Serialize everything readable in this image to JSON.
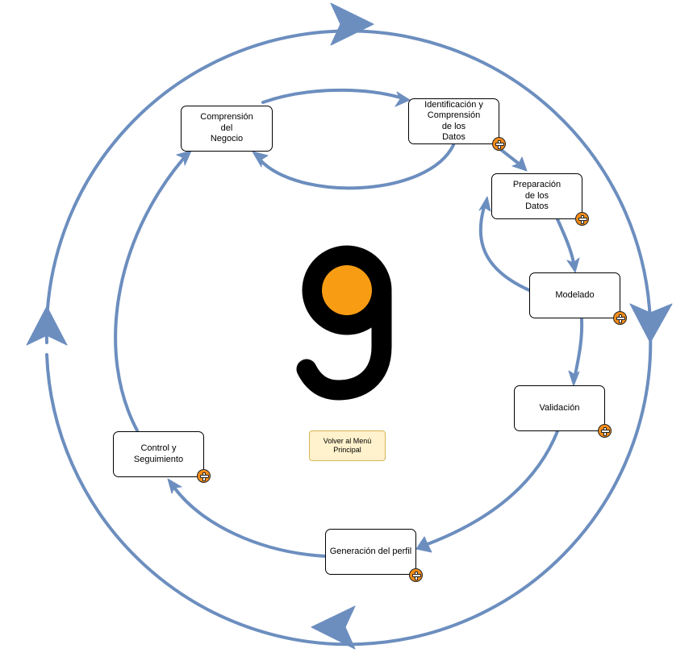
{
  "colors": {
    "arrow": "#6c8ebf",
    "logo_dark": "#000000",
    "logo_accent": "#f89c13",
    "plus_badge": "#f28c1a",
    "button_fill": "#fff2cc",
    "button_border": "#d6b656"
  },
  "nodes": {
    "business": {
      "label": "Comprensión\ndel\nNegocio",
      "has_plus": false
    },
    "data_understanding": {
      "label": "Identificación y\nComprensión\nde los\nDatos",
      "has_plus": true
    },
    "data_prep": {
      "label": "Preparación\nde los\nDatos",
      "has_plus": true
    },
    "modeling": {
      "label": "Modelado",
      "has_plus": true
    },
    "validation": {
      "label": "Validación",
      "has_plus": true
    },
    "profile": {
      "label": "Generación del perfil",
      "has_plus": true
    },
    "control": {
      "label": "Control y\nSeguimiento",
      "has_plus": true
    }
  },
  "logo": {
    "icon": "g-logo-icon"
  },
  "back_button": {
    "label": "Volver al Menú\nPrincipal"
  },
  "plus_icon": "plus-circle-icon"
}
